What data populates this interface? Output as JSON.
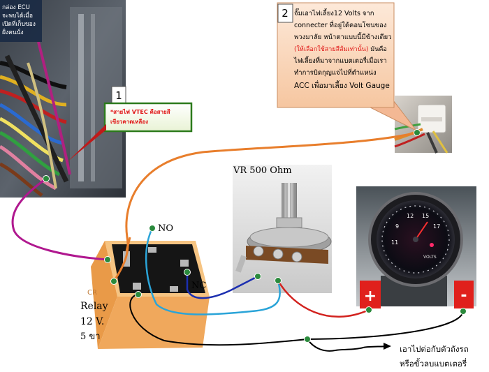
{
  "callout1": {
    "number": "1",
    "text": "*สายไฟ VTEC คือสายสีเขียวคาดเหลือง"
  },
  "ecu_note": {
    "lines": [
      "กล่อง ECU",
      "จะพบได้เมื่อ",
      "เปิดที่เก็บของ",
      "ฝั่งคนนั่ง"
    ]
  },
  "callout2": {
    "number": "2",
    "line1": "จั๊มเอาไฟเลี้ยง12 Volts จาก",
    "line2": "connecter ที่อยู่ใต้คอนโซนของ",
    "line3": "พวงมาลัย หน้าตาแบบนี้มีข้างเดียว",
    "line4": "(ให้เลือกใช้สายสีส้มเท่านั้น) มันคือ",
    "line5": "ไฟเลี้ยงที่มาจากแบตเตอรี่เมื่อเรา",
    "line6": "ทำการบิดกุญแจไปที่ตำแหน่ง",
    "line7": "ACC เพื่อมาเลี้ยง Volt Gauge"
  },
  "labels": {
    "vr": "VR 500 Ohm",
    "no": "NO",
    "nc": "NC",
    "relay_line1": "Relay",
    "relay_line2": "12 V.",
    "relay_line3": "5 ขา",
    "plus": "+",
    "minus": "-",
    "ground_line1": "เอาไปต่อกับตัวถังรถ",
    "ground_line2": "หรือขั้วลบแบตเตอรี่",
    "gauge_volts": "VOLTS"
  },
  "colors": {
    "vtec_wire": "#b0188f",
    "acc_wire": "#e87e2c",
    "relay_body": "#f3b060",
    "terminal_plus": "#e0201c",
    "terminal_minus": "#e0201c",
    "wire_blue_dark": "#1c2fb0",
    "wire_blue_light": "#2aa4d8",
    "wire_red": "#d2221e",
    "wire_black": "#000000",
    "junction": "#2a8a3c"
  }
}
